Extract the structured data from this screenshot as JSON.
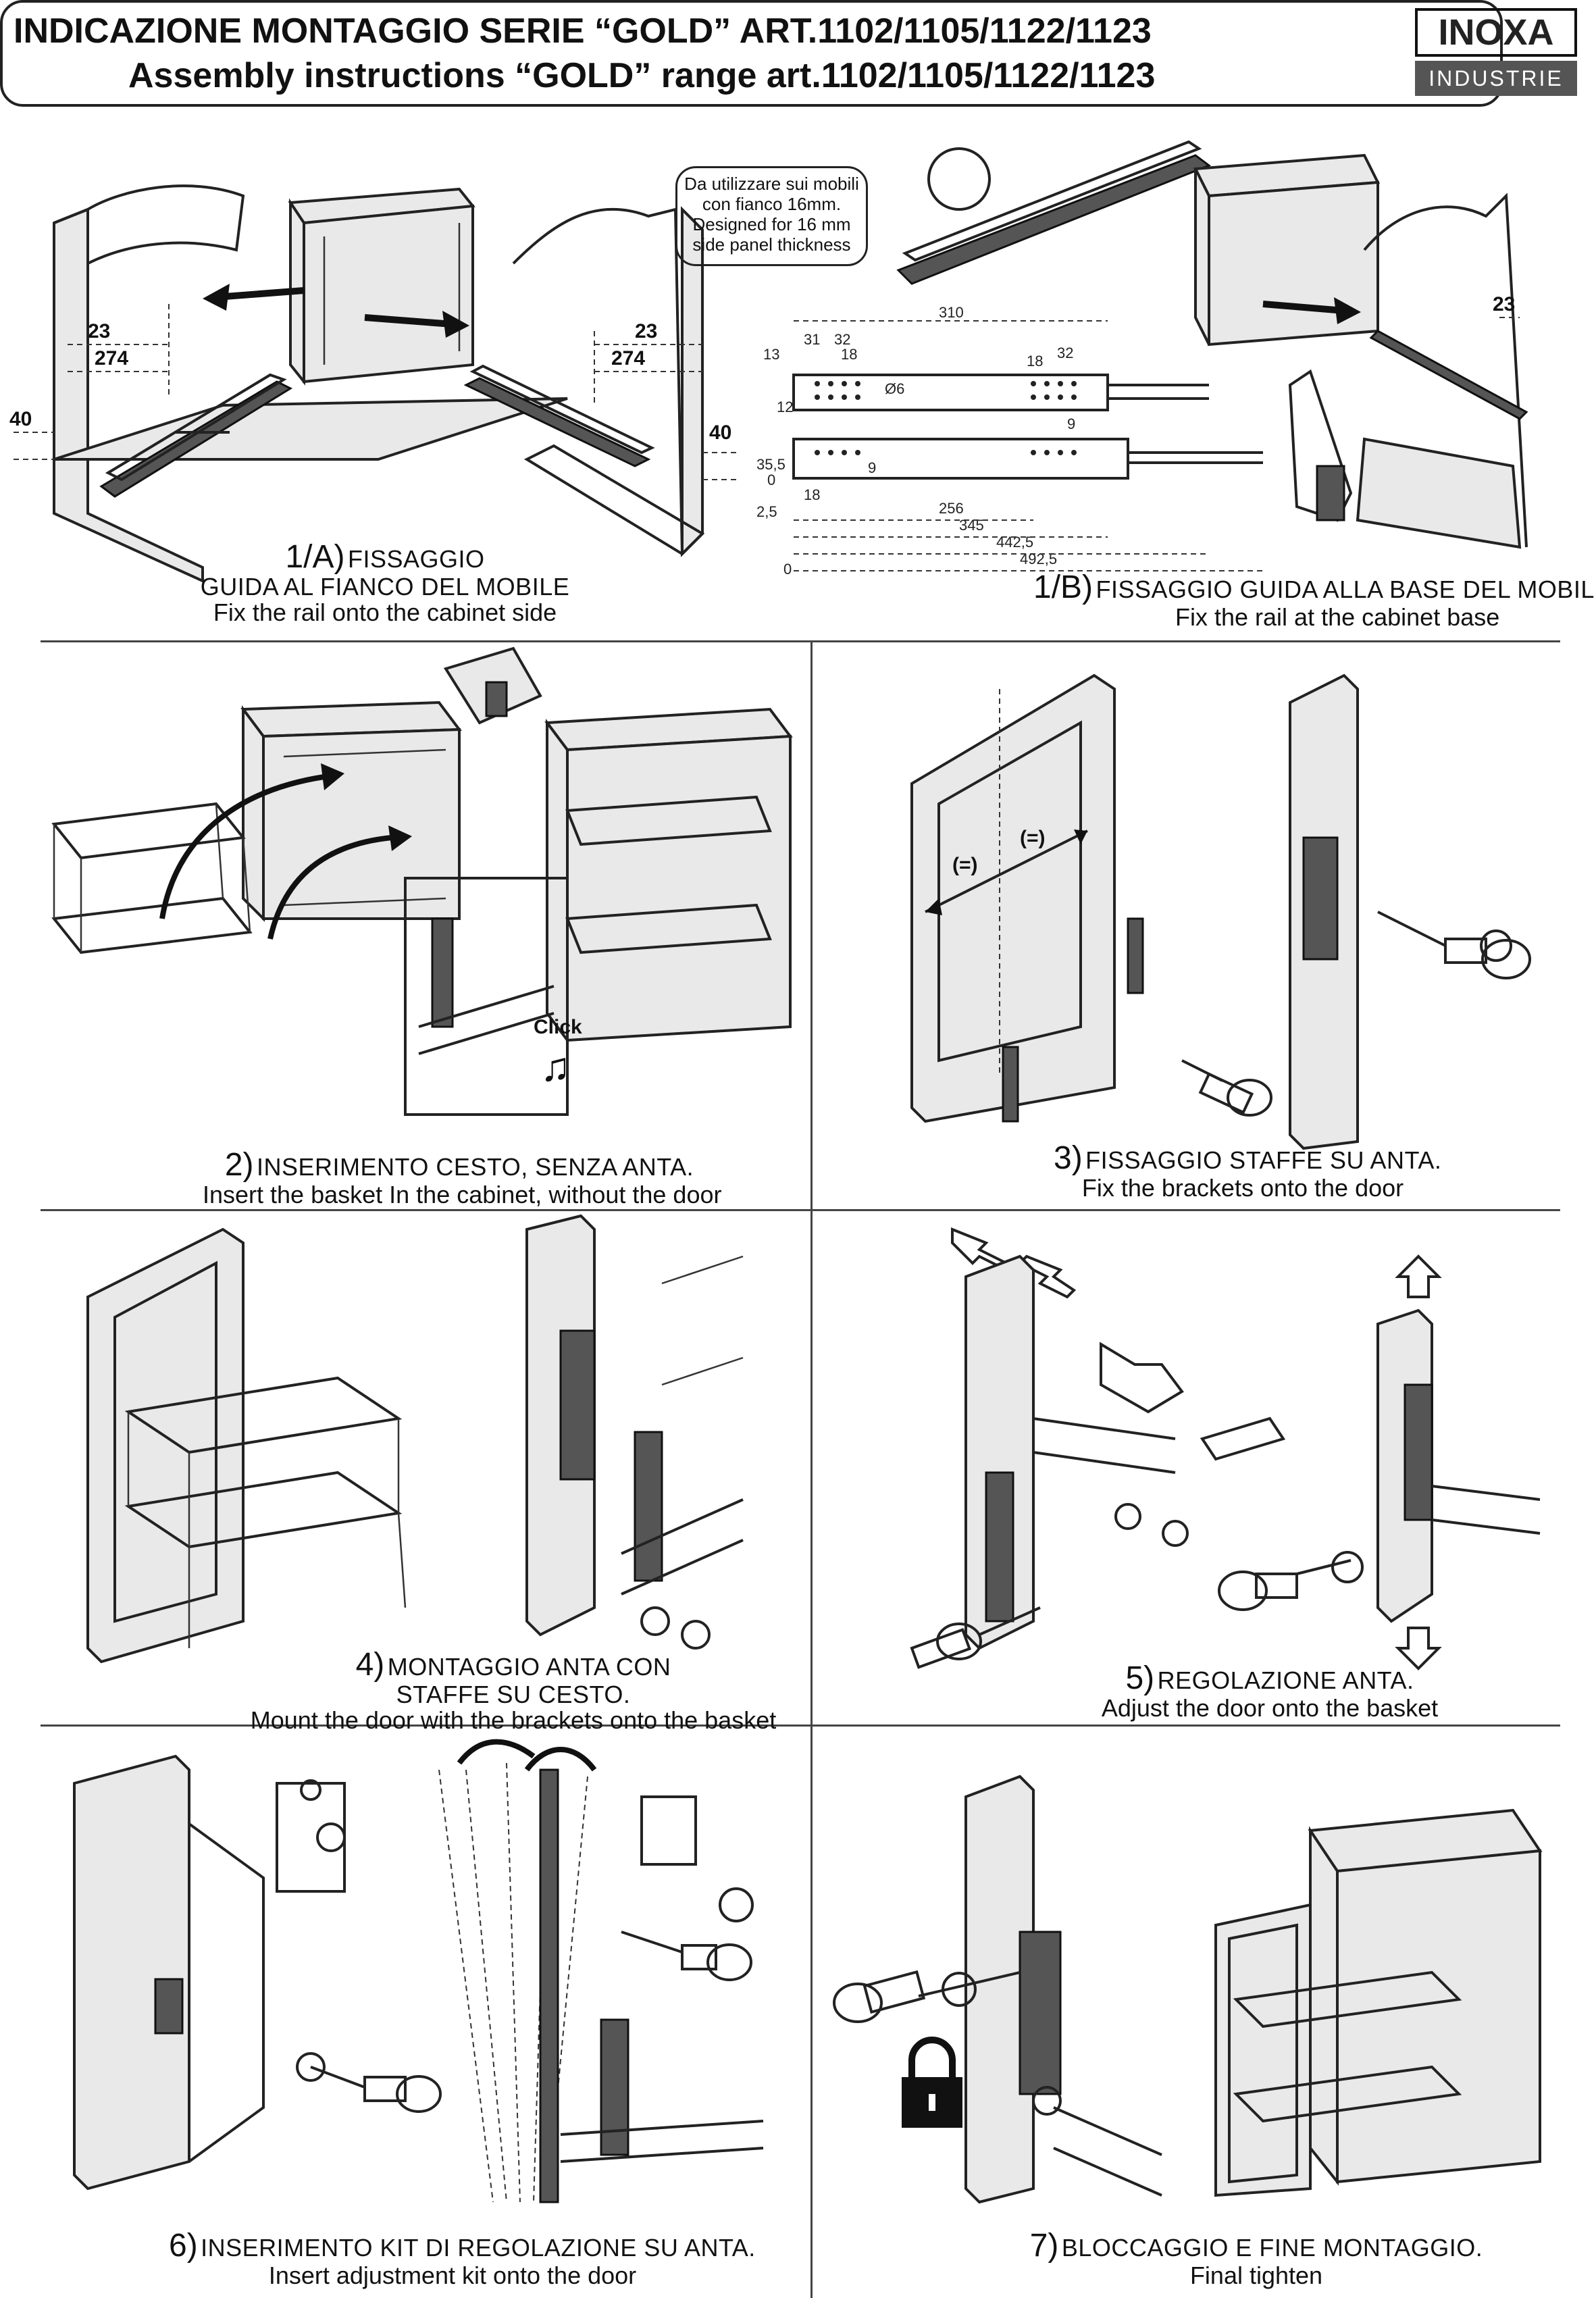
{
  "header": {
    "title_it": "INDICAZIONE MONTAGGIO SERIE “GOLD” ART.1102/1105/1122/1123",
    "title_en": "Assembly instructions  “GOLD” range art.1102/1105/1122/1123",
    "logo_top": "INOXA",
    "logo_bottom": "INDUSTRIE"
  },
  "step1a": {
    "number": "1/A)",
    "title_it_line1": "FISSAGGIO",
    "title_it_line2": "GUIDA AL FIANCO DEL MOBILE",
    "title_en": "Fix the rail onto the cabinet side",
    "dims": {
      "d23": "23",
      "d274": "274",
      "d40": "40"
    }
  },
  "step1b": {
    "number": "1/B)",
    "title_it": "FISSAGGIO GUIDA ALLA BASE DEL MOBILE",
    "title_en": "Fix the rail at the cabinet base",
    "callout": [
      "Da utilizzare sui mobili",
      "con fianco 16mm.",
      "Designed for 16 mm",
      "side panel thickness"
    ],
    "dims": {
      "d310": "310",
      "d31": "31",
      "d32a": "32",
      "d18a": "18",
      "d13": "13",
      "d18b": "18",
      "d32b": "32",
      "d6": "Ø6",
      "d12": "12",
      "d9a": "9",
      "d355": "35,5",
      "d0": "0",
      "d9b": "9",
      "d18c": "18",
      "d25": "2,5",
      "d256": "256",
      "d345": "345",
      "d4425": "442,5",
      "d4925": "492,5",
      "d0v": "0",
      "d23": "23"
    }
  },
  "step2": {
    "number": "2)",
    "title_it": "INSERIMENTO CESTO, SENZA ANTA.",
    "title_en": "Insert the basket In the cabinet, without the door",
    "click": "Click"
  },
  "step3": {
    "number": "3)",
    "title_it": "FISSAGGIO STAFFE SU ANTA.",
    "title_en": "Fix the brackets onto the door",
    "eq1": "(=)",
    "eq2": "(=)"
  },
  "step4": {
    "number": "4)",
    "title_it_line1": "MONTAGGIO ANTA CON",
    "title_it_line2": "STAFFE SU CESTO.",
    "title_en": "Mount the door with the brackets onto the basket"
  },
  "step5": {
    "number": "5)",
    "title_it": "REGOLAZIONE ANTA.",
    "title_en": "Adjust the door onto the basket"
  },
  "step6": {
    "number": "6)",
    "title_it": "INSERIMENTO KIT DI REGOLAZIONE SU ANTA.",
    "title_en": "Insert adjustment kit onto the door"
  },
  "step7": {
    "number": "7)",
    "title_it": "BLOCCAGGIO E FINE MONTAGGIO.",
    "title_en": "Final tighten"
  },
  "colors": {
    "line": "#222222",
    "panel_fill": "#e9e9e9",
    "logo_band": "#555555"
  }
}
